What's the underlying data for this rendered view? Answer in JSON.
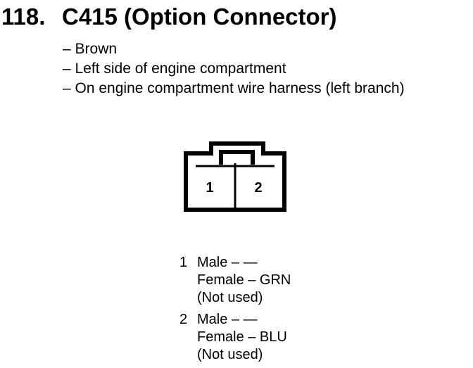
{
  "title": {
    "number": "118.",
    "text": "C415 (Option Connector)"
  },
  "details": [
    "– Brown",
    "– Left side of engine compartment",
    "– On engine compartment wire harness (left branch)"
  ],
  "connector": {
    "pins": [
      "1",
      "2"
    ]
  },
  "pinout": [
    {
      "pin": "1",
      "male": "Male – —",
      "female": "Female – GRN",
      "note": "(Not used)"
    },
    {
      "pin": "2",
      "male": "Male – —",
      "female": "Female – BLU",
      "note": "(Not used)"
    }
  ]
}
